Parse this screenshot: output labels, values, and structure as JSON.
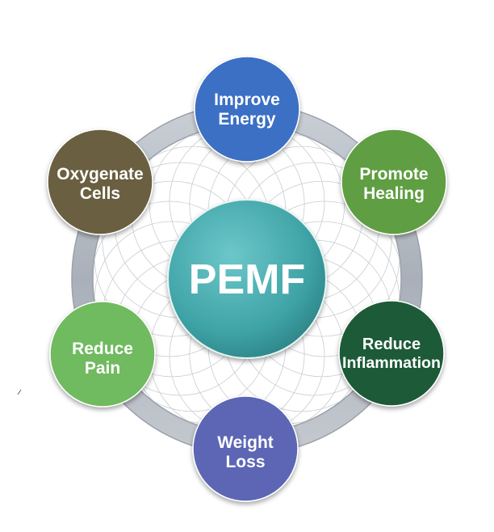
{
  "center": {
    "label": "PEMF",
    "color": "#3fa3a6"
  },
  "nodes": [
    {
      "id": "improve-energy",
      "lines": [
        "Improve",
        "Energy"
      ],
      "color": "#3a6fc4"
    },
    {
      "id": "promote-healing",
      "lines": [
        "Promote",
        "Healing"
      ],
      "color": "#5f9e42"
    },
    {
      "id": "reduce-inflammation",
      "lines": [
        "Reduce",
        "Inflammation"
      ],
      "color": "#1f5a38"
    },
    {
      "id": "weight-loss",
      "lines": [
        "Weight",
        "Loss"
      ],
      "color": "#5c66b5"
    },
    {
      "id": "reduce-pain",
      "lines": [
        "Reduce",
        "Pain"
      ],
      "color": "#6fba5e"
    },
    {
      "id": "oxygenate-cells",
      "lines": [
        "Oxygenate",
        "Cells"
      ],
      "color": "#6b5e3f"
    }
  ],
  "ring_color": "#b3b9c1"
}
